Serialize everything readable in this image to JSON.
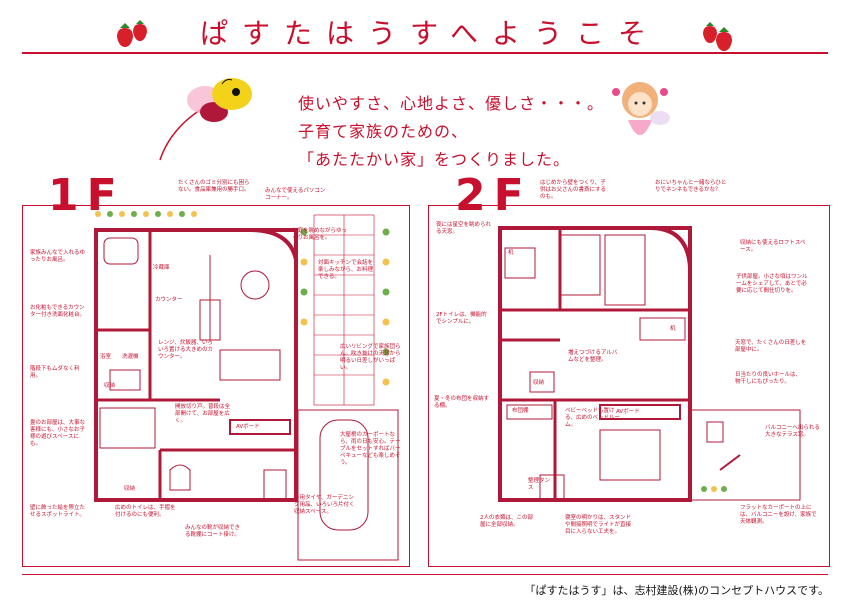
{
  "title": "ぱすたはうすへようこそ",
  "intro": {
    "line1": "使いやすさ、心地よさ、優しさ・・・。",
    "line2": "子育て家族のための、",
    "line3": "「あたたかい家」をつくりました。"
  },
  "floor1": {
    "heading": "1F",
    "rooms": {
      "kitchen": "冷蔵庫",
      "counter": "カウンター",
      "bath": "浴室",
      "wash": "洗濯機",
      "storage": "収納",
      "storage2": "収納",
      "avboard": "AVボード"
    },
    "notes": [
      "たくさんのゴミ分別にも困らない。食品庫兼用の勝手口。",
      "みんなで使えるパソコンコーナー。",
      "家族みんなで入れるゆったりお風呂。",
      "お庭を眺めながらゆっくりお風呂を。",
      "対面キッチンで会話を楽しみながら、お料理できる。",
      "お化粧もできるカウンター付き洗面化粧台。",
      "レンジ、炊飯器、いろいろ置ける大きめのカウンター。",
      "階段下もムダなく利用。",
      "広いリビングで家族団らん。吹き抜けの天窓から明るい日差しがいっぱい。",
      "開放切り戸。普段は全部開けて、お部屋を広く。",
      "畳のお部屋は、大事な客様にも、小さなお子様の遊びスペースにも。",
      "大屋根のカーポートなら、雨の日も安心。テーブルをセットすればバーベキューなども楽しめそう。",
      "広めのトイレは、手摺を付けるのにも便利。",
      "壁に飾った絵を際立たせるスポットライト。",
      "みんなの靴が収納できる靴棚にコート掛け。",
      "冬用タイヤ、ガーデニング用品、いろいろ片付く収納スペース。"
    ]
  },
  "floor2": {
    "heading": "2F",
    "rooms": {
      "desk1": "机",
      "desk2": "机",
      "storage": "収納",
      "futon": "布団棚",
      "avboard": "AVボード",
      "dresser": "整理タンス"
    },
    "notes": [
      "はじめから壁をつくり、子供はお父さんの書斎にするのも。",
      "おにいちゃんと一緒ならひとりでネンネもできるかな？",
      "夜には星空を眺められる天窓。",
      "収納にも使えるロフトスペース。",
      "子供部屋。小さな頃はワンルームをシェアして、あとで必要に応じて間仕切りを。",
      "2Fトイレは、機能的でシンプルに。",
      "天窓で、たくさんの日差しを部屋中に。",
      "増えつづけるアルバムなどを整理。",
      "日当たりの良いホールは、物干しにもぴったり。",
      "夏・冬の布団を収納する棚。",
      "ベビーベッドも置ける、広めのベッドルーム。",
      "バルコニーへ出られる大きなテラス窓。",
      "2人の衣類は、この部屋に全部収納。",
      "寝室の明かりは、スタンドや間接照明でライトが直接目に入らない工夫を。",
      "フラットなカーポートの上には、バルコニーを設け、家族で天体観測。"
    ]
  },
  "footer": "「ぱすたはうす」は、志村建設(株)のコンセプトハウスです。",
  "colors": {
    "accent": "#c8102e",
    "heading": "#c8102e",
    "footer_text": "#111111"
  }
}
